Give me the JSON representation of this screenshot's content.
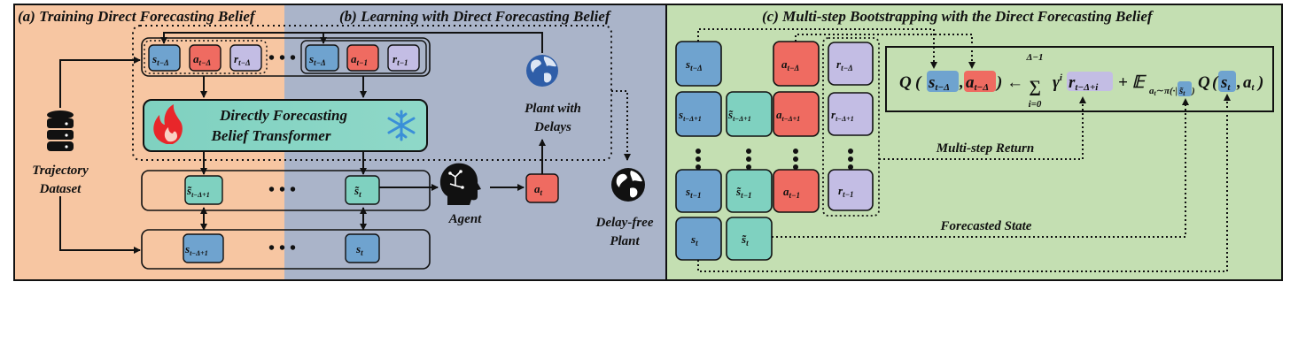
{
  "panels": {
    "a_title": "(a) Training Direct Forecasting Belief",
    "b_title": "(b) Learning with Direct Forecasting Belief",
    "c_title": "(c) Multi-step Bootstrapping with the Direct Forecasting Belief"
  },
  "colors": {
    "panel_a": "#f7c6a2",
    "panel_b": "#aab4c9",
    "panel_c": "#c4dfb2",
    "state": "#6fa3cf",
    "action": "#ef6b61",
    "reward": "#c3bde4",
    "forecast": "#7fd1c0"
  },
  "tokens": {
    "s_tmd": "s",
    "s_tmd_sub": "t−Δ",
    "a_tmd": "a",
    "a_tmd_sub": "t−Δ",
    "r_tmd": "r",
    "r_tmd_sub": "t−Δ",
    "s_tm1": "s",
    "s_tm1_sub": "t−1",
    "a_tm1": "a",
    "a_tm1_sub": "t−1",
    "r_tm1": "r",
    "r_tm1_sub": "t−1",
    "s_tmd1": "s",
    "s_tmd1_sub": "t−Δ+1",
    "a_tmd1": "a",
    "a_tmd1_sub": "t−Δ+1",
    "r_tmd1": "r",
    "r_tmd1_sub": "t−Δ+1",
    "st_hat_tmd1": "s̃",
    "st_hat_tmd1_sub": "t−Δ+1",
    "st_hat_tm1": "s̃",
    "st_hat_tm1_sub": "t−1",
    "st_hat_t": "s̃",
    "st_hat_t_sub": "t",
    "s_t": "s",
    "s_t_sub": "t",
    "a_t": "a",
    "a_t_sub": "t",
    "ellipsis": "• • •",
    "vdots": "•"
  },
  "labels": {
    "transformer_line1": "Directly Forecasting",
    "transformer_line2": "Belief Transformer",
    "trajectory_line1": "Trajectory",
    "trajectory_line2": "Dataset",
    "agent": "Agent",
    "plant_delays_line1": "Plant with",
    "plant_delays_line2": "Delays",
    "delay_free_line1": "Delay-free",
    "delay_free_line2": "Plant",
    "multi_step_return": "Multi-step Return",
    "forecasted_state": "Forecasted State"
  },
  "equation": {
    "Q": "Q",
    "lparen": "(",
    "s": "s",
    "s_sub": "t−Δ",
    "comma": ",",
    "a": "a",
    "a_sub": "t−Δ",
    "rparen_arrow": ") ←",
    "sum": "∑",
    "sum_top": "Δ−1",
    "sum_bottom": "i=0",
    "gamma": "γ",
    "gamma_sup": "i",
    "r": "r",
    "r_sub": "t−Δ+i",
    "plus_E": "+ 𝔼",
    "E_sub": "a",
    "E_sub2": "t",
    "E_sub3": "∼π(·|",
    "E_sub_s": "s̃",
    "E_sub_s_sub": "t",
    "E_sub_close": ")",
    "Q2": "Q",
    "lparen2": "(",
    "s2": "s",
    "s2_sub": "t",
    "comma2": ",",
    "a2": "a",
    "a2_sub": "t",
    "rparen2": ")"
  }
}
